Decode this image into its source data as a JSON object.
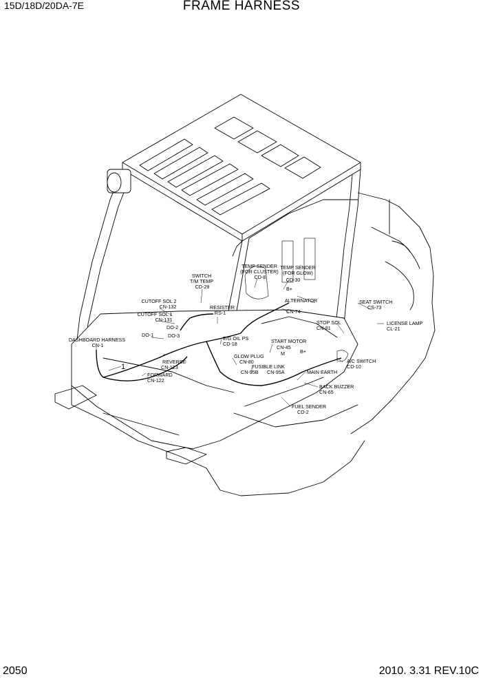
{
  "header": {
    "model": "15D/18D/20DA-7E",
    "title": "FRAME HARNESS"
  },
  "footer": {
    "page_number": "2050",
    "revision": "2010. 3.31 REV.10C"
  },
  "callouts": [
    {
      "id": "temp-sender-cluster",
      "lines": [
        "TEMP SENDER",
        "(FOR CLUSTER)",
        "CD-8"
      ]
    },
    {
      "id": "temp-sender-glow",
      "lines": [
        "TEMP SENDER",
        "(FOR GLOW)",
        "CD-30"
      ]
    },
    {
      "id": "switch-tm-temp",
      "lines": [
        "SWITCH",
        "T/M TEMP",
        "CD-29"
      ]
    },
    {
      "id": "cutoff-sol-2",
      "lines": [
        "CUTOFF SOL 2",
        "CN-132"
      ]
    },
    {
      "id": "cutoff-sol-1",
      "lines": [
        "CUTOFF SOL 1",
        "CN-131"
      ]
    },
    {
      "id": "resister",
      "lines": [
        "RESISTER",
        "RS-1"
      ]
    },
    {
      "id": "alternator",
      "lines": [
        "ALTERNATOR"
      ]
    },
    {
      "id": "b-plus-alt",
      "lines": [
        "B+"
      ]
    },
    {
      "id": "cn-74",
      "lines": [
        "CN-74"
      ]
    },
    {
      "id": "seat-switch",
      "lines": [
        "SEAT SWITCH",
        "CS-73"
      ]
    },
    {
      "id": "license-lamp",
      "lines": [
        "LICENSE LAMP",
        "CL-21"
      ]
    },
    {
      "id": "stop-sol",
      "lines": [
        "STOP SOL",
        "CN-81"
      ]
    },
    {
      "id": "dashboard-harness",
      "lines": [
        "DASHBOARD HARNESS",
        "CN-1"
      ]
    },
    {
      "id": "do-1",
      "lines": [
        "DO-1"
      ]
    },
    {
      "id": "do-2",
      "lines": [
        "DO-2"
      ]
    },
    {
      "id": "do-3",
      "lines": [
        "DO-3"
      ]
    },
    {
      "id": "eg-oil-ps",
      "lines": [
        "E/G OIL PS",
        "CD-18"
      ]
    },
    {
      "id": "start-motor",
      "lines": [
        "START MOTOR",
        "CN-45"
      ]
    },
    {
      "id": "m-term",
      "lines": [
        "M"
      ]
    },
    {
      "id": "b-plus-start",
      "lines": [
        "B+"
      ]
    },
    {
      "id": "glow-plug",
      "lines": [
        "GLOW PLUG",
        "CN-80"
      ]
    },
    {
      "id": "fusible-link",
      "lines": [
        "FUSIBLE LINK"
      ]
    },
    {
      "id": "cn-95",
      "lines": [
        "CN-95B",
        "CN-95A"
      ]
    },
    {
      "id": "reverse",
      "lines": [
        "REVERSE",
        "CN-123"
      ]
    },
    {
      "id": "forward",
      "lines": [
        "FORWARD",
        "CN-122"
      ]
    },
    {
      "id": "ac-switch",
      "lines": [
        "A/C SWITCH",
        "CD-10"
      ]
    },
    {
      "id": "main-earth",
      "lines": [
        "MAIN EARTH"
      ]
    },
    {
      "id": "back-buzzer",
      "lines": [
        "BACK BUZZER",
        "CN-65"
      ]
    },
    {
      "id": "fuel-sender",
      "lines": [
        "FUEL SENDER",
        "CD-2"
      ]
    },
    {
      "id": "item-1",
      "lines": [
        "1"
      ]
    }
  ]
}
